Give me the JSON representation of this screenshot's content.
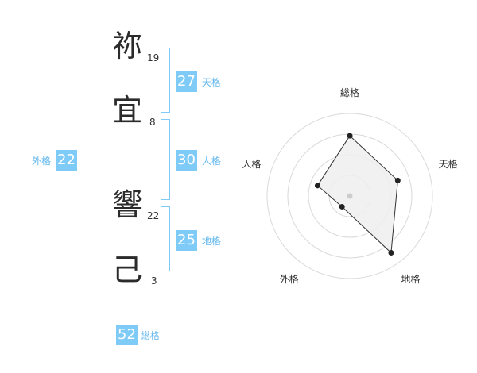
{
  "name_chars": [
    {
      "char": "祢",
      "strokes": "19"
    },
    {
      "char": "宜",
      "strokes": "8"
    },
    {
      "char": "響",
      "strokes": "22"
    },
    {
      "char": "己",
      "strokes": "3"
    }
  ],
  "fortunes": {
    "tenkaku": {
      "value": "27",
      "label": "天格"
    },
    "jinkaku": {
      "value": "30",
      "label": "人格"
    },
    "chikaku": {
      "value": "25",
      "label": "地格"
    },
    "gaikaku": {
      "value": "22",
      "label": "外格"
    },
    "soukaku": {
      "value": "52",
      "label": "総格"
    }
  },
  "colors": {
    "accent": "#7fcbf7",
    "accent_text": "#64b8ee"
  },
  "chart_data": {
    "type": "radar",
    "axes": [
      "総格",
      "天格",
      "地格",
      "外格",
      "人格"
    ],
    "values": [
      0.73,
      0.61,
      0.85,
      0.16,
      0.41
    ],
    "range": [
      0,
      1
    ],
    "grid_rings": 4
  }
}
